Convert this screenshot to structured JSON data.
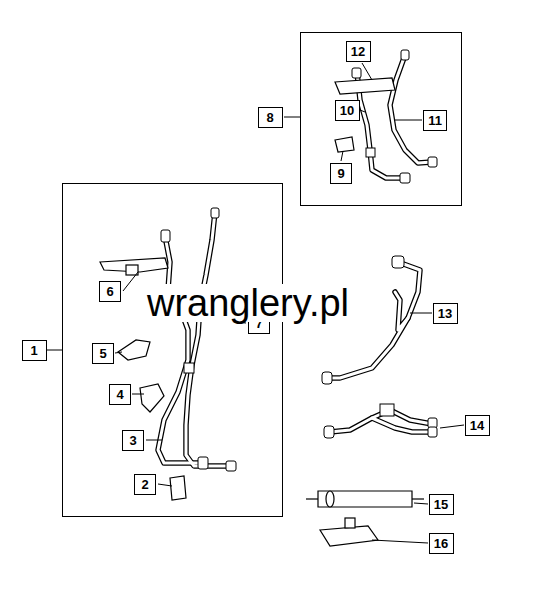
{
  "diagram": {
    "nodes": [
      {
        "text": [
          "8"
        ]
      },
      {
        "text": [
          "12"
        ],
        "in": 0
      },
      {
        "text": [
          "10"
        ],
        "in": 0
      },
      {
        "text": [
          "11"
        ],
        "in": 0
      },
      {
        "text": [
          "9"
        ],
        "in": 0
      },
      {
        "text": [
          "1"
        ]
      },
      {
        "text": [
          "6"
        ],
        "in": 5
      },
      {
        "text": [
          "7"
        ],
        "in": 5
      },
      {
        "text": [
          "5"
        ],
        "in": 5
      },
      {
        "text": [
          "4"
        ],
        "in": 5
      },
      {
        "text": [
          "3"
        ],
        "in": 5
      },
      {
        "text": [
          "2"
        ],
        "in": 5
      },
      {
        "text": [
          "13"
        ]
      },
      {
        "text": [
          "14"
        ]
      },
      {
        "text": [
          "15"
        ]
      },
      {
        "text": [
          "16"
        ]
      }
    ],
    "edges": [],
    "labels": [
      "wranglery.pl"
    ]
  }
}
